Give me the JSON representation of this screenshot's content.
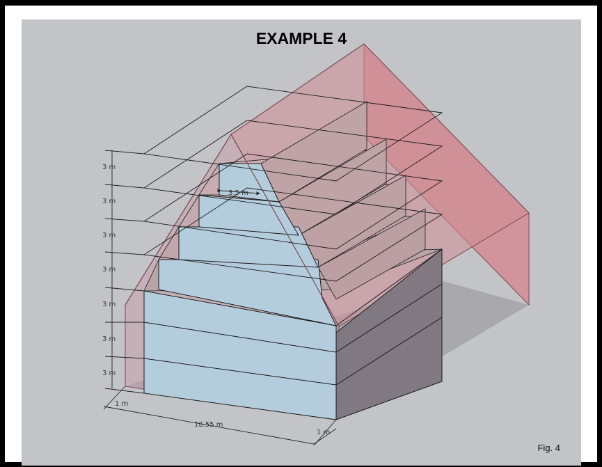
{
  "title": "EXAMPLE 4",
  "figure_label": "Fig. 4",
  "dimensions": {
    "storey_height": "3 m",
    "step_back": "3.5 m",
    "length": "18.55 m",
    "offset_left": "1 m",
    "offset_right": "1 m"
  },
  "colors": {
    "background": "#c3c4c8",
    "building_front": "#b4cddd",
    "building_side": "#7f7680",
    "envelope": "#d48c94",
    "outline": "#1a1a1a"
  }
}
